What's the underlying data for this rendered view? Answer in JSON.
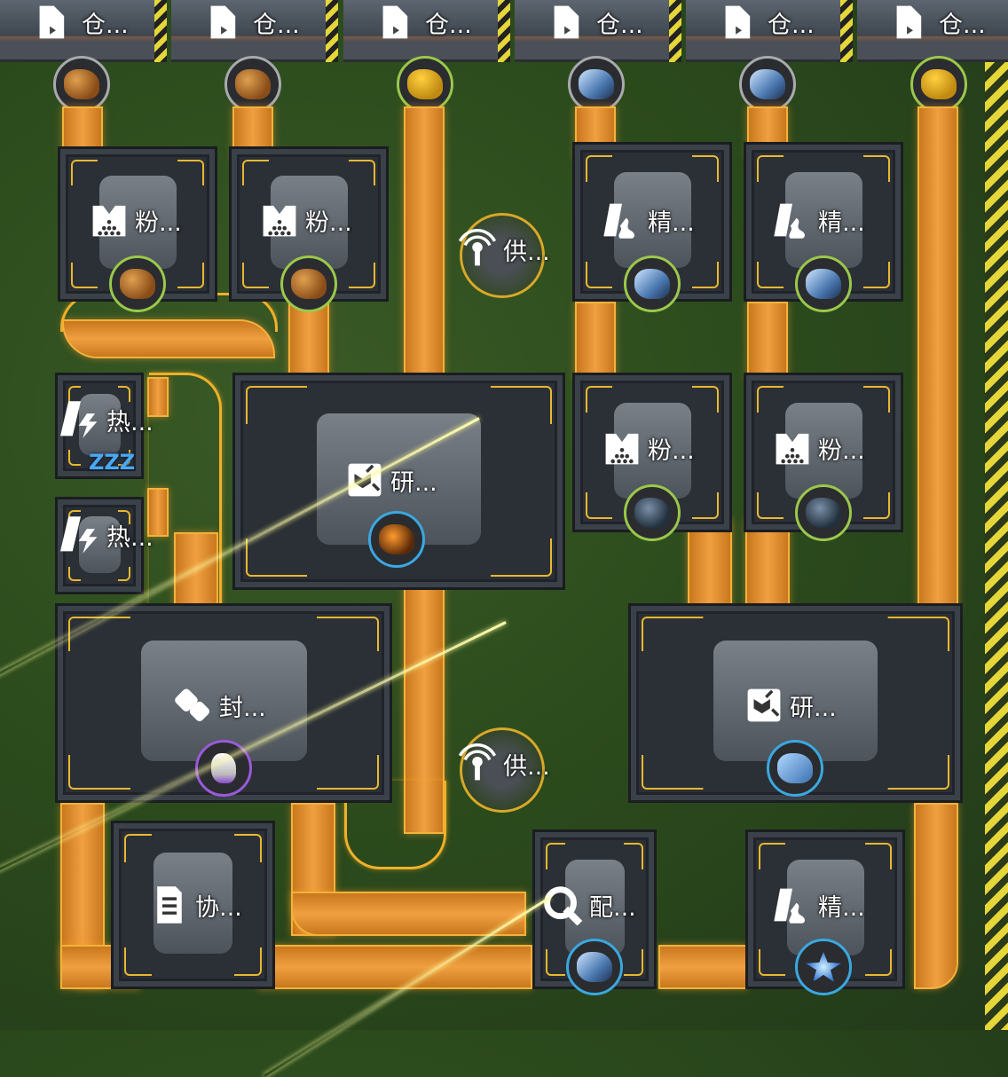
{
  "storage": [
    {
      "label": "仓...",
      "item_icon": "ore-icon",
      "ring": "gray"
    },
    {
      "label": "仓...",
      "item_icon": "ore-icon",
      "ring": "gray"
    },
    {
      "label": "仓...",
      "item_icon": "yellow-powder-icon",
      "ring": "green"
    },
    {
      "label": "仓...",
      "item_icon": "crystal-icon",
      "ring": "gray"
    },
    {
      "label": "仓...",
      "item_icon": "crystal-icon",
      "ring": "gray"
    },
    {
      "label": "仓...",
      "item_icon": "yellow-powder-icon",
      "ring": "green"
    }
  ],
  "machines": [
    {
      "label": "粉...",
      "icon": "grinder-icon",
      "item_icon": "ore-icon"
    },
    {
      "label": "粉...",
      "icon": "grinder-icon",
      "item_icon": "ore-icon"
    },
    {
      "label": "精...",
      "icon": "refinery-icon",
      "item_icon": "crystal-cube-icon"
    },
    {
      "label": "精...",
      "icon": "refinery-icon",
      "item_icon": "crystal-cube-icon"
    },
    {
      "label": "热...",
      "icon": "thermal-icon"
    },
    {
      "label": "热...",
      "icon": "thermal-icon"
    },
    {
      "label": "研...",
      "icon": "grind-mill-icon",
      "item_icon": "orange-cube-icon"
    },
    {
      "label": "粉...",
      "icon": "grinder-icon",
      "item_icon": "dark-ore-icon"
    },
    {
      "label": "粉...",
      "icon": "grinder-icon",
      "item_icon": "dark-ore-icon"
    },
    {
      "label": "封...",
      "icon": "packer-icon",
      "item_icon": "battery-icon"
    },
    {
      "label": "研...",
      "icon": "grind-mill-icon",
      "item_icon": "blue-cube-icon"
    },
    {
      "label": "协...",
      "icon": "protocol-icon"
    },
    {
      "label": "配...",
      "icon": "assembler-icon",
      "item_icon": "crystal-icon"
    },
    {
      "label": "精...",
      "icon": "refinery-icon",
      "item_icon": "star-crystal-icon"
    }
  ],
  "pylons": [
    {
      "label": "供..."
    },
    {
      "label": "供..."
    }
  ],
  "status": {
    "sleep_indicator": "ZZZ"
  },
  "colors": {
    "belt": "#f0a040",
    "ground": "#2b4a1c",
    "ring_green": "#9bc84a",
    "ring_blue": "#3aa8e0",
    "ring_purple": "#9a5ad8"
  }
}
